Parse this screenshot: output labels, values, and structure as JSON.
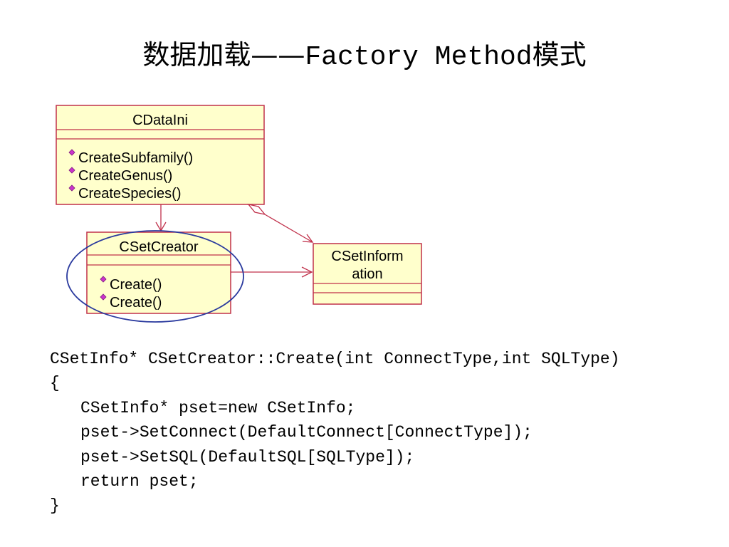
{
  "slide": {
    "title_cn_prefix": "数据加载——",
    "title_en": "Factory Method",
    "title_cn_suffix": "模式"
  },
  "diagram": {
    "classes": [
      {
        "name": "CDataIni",
        "methods": [
          "CreateSubfamily()",
          "CreateGenus()",
          "CreateSpecies()"
        ]
      },
      {
        "name": "CSetCreator",
        "methods": [
          "Create()",
          "Create()"
        ]
      },
      {
        "name_lines": [
          "CSetInform",
          "ation"
        ],
        "methods": []
      }
    ],
    "colors": {
      "class_fill": "#ffffcc",
      "class_border": "#c0304a",
      "arrow": "#c0304a",
      "method_icon": "#cc33cc",
      "highlight_ellipse": "#2a3a9e"
    }
  },
  "code": {
    "lines": [
      "CSetInfo* CSetCreator::Create(int ConnectType,int SQLType)",
      "{",
      "CSetInfo* pset=new CSetInfo;",
      "pset->SetConnect(DefaultConnect[ConnectType]);",
      "pset->SetSQL(DefaultSQL[SQLType]);",
      "return pset;",
      "}"
    ]
  }
}
